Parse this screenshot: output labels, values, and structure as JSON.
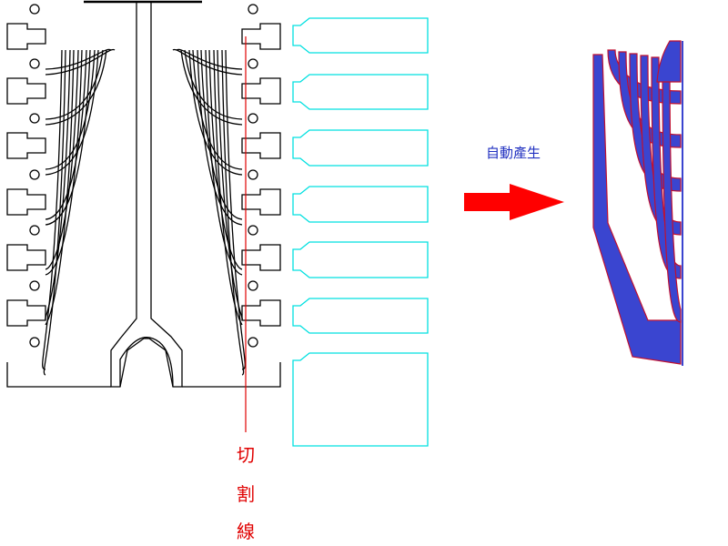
{
  "labels": {
    "auto_generate": "自動產生",
    "cut_line_chars": [
      "切",
      "割",
      "線"
    ]
  },
  "colors": {
    "leadframe_outline": "#000000",
    "cut_line": "#e00000",
    "strip_outline": "#00e0e0",
    "arrow": "#ff0000",
    "fill": "#3a45d0",
    "fill_outline": "#c01030",
    "label_text": "#2030c0"
  },
  "icons": [
    "arrow-right-icon"
  ]
}
